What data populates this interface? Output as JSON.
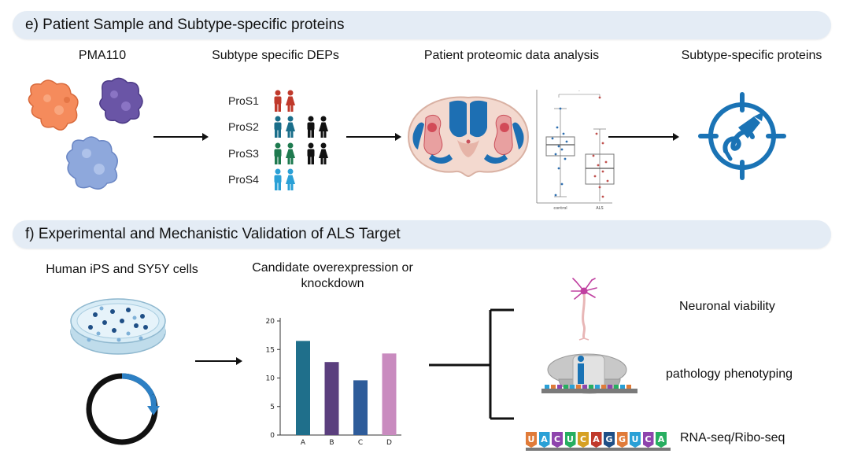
{
  "section_e": {
    "title": "e) Patient Sample and Subtype-specific proteins",
    "col1": "PMA110",
    "col2": "Subtype specific DEPs",
    "col3": "Patient proteomic data analysis",
    "col4": "Subtype-specific proteins",
    "groups": [
      "ProS1",
      "ProS2",
      "ProS3",
      "ProS4"
    ],
    "boxplot": {
      "labels": [
        "control",
        "ALS"
      ]
    }
  },
  "section_f": {
    "title": "f) Experimental and Mechanistic Validation of ALS Target",
    "col1": "Human iPS and SY5Y cells",
    "col2": "Candidate overexpression or knockdown",
    "outcomes": [
      "Neuronal viability",
      "pathology phenotyping",
      "RNA-seq/Ribo-seq"
    ],
    "rna_letters": [
      "U",
      "A",
      "C",
      "U",
      "C",
      "A",
      "G",
      "G",
      "U",
      "C",
      "A"
    ]
  },
  "chart_data": {
    "type": "bar",
    "categories": [
      "A",
      "B",
      "C",
      "D"
    ],
    "values": [
      16.5,
      12.8,
      9.6,
      14.3
    ],
    "ylim": [
      0,
      20
    ],
    "yticks": [
      0,
      5,
      10,
      15,
      20
    ],
    "colors": [
      "#1f6f8b",
      "#5b3f7e",
      "#2e5c9a",
      "#c98bbf"
    ],
    "title": "",
    "xlabel": "",
    "ylabel": ""
  }
}
